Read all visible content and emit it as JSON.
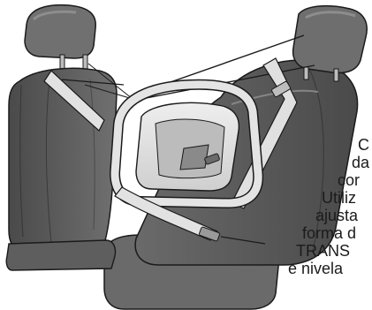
{
  "caption": {
    "lines": [
      "C",
      "da",
      "cor",
      "Utiliz",
      "ajusta",
      "forma d",
      "TRANS",
      "e nivela"
    ]
  },
  "colors": {
    "seat_dark": "#5a5a5a",
    "seat_mid": "#6e6e6e",
    "seat_shadow": "#3c3c3c",
    "carrier_light": "#e6e6e6",
    "carrier_gray": "#bdbdbd",
    "outline": "#1a1a1a",
    "strap": "#d4d4d4"
  }
}
